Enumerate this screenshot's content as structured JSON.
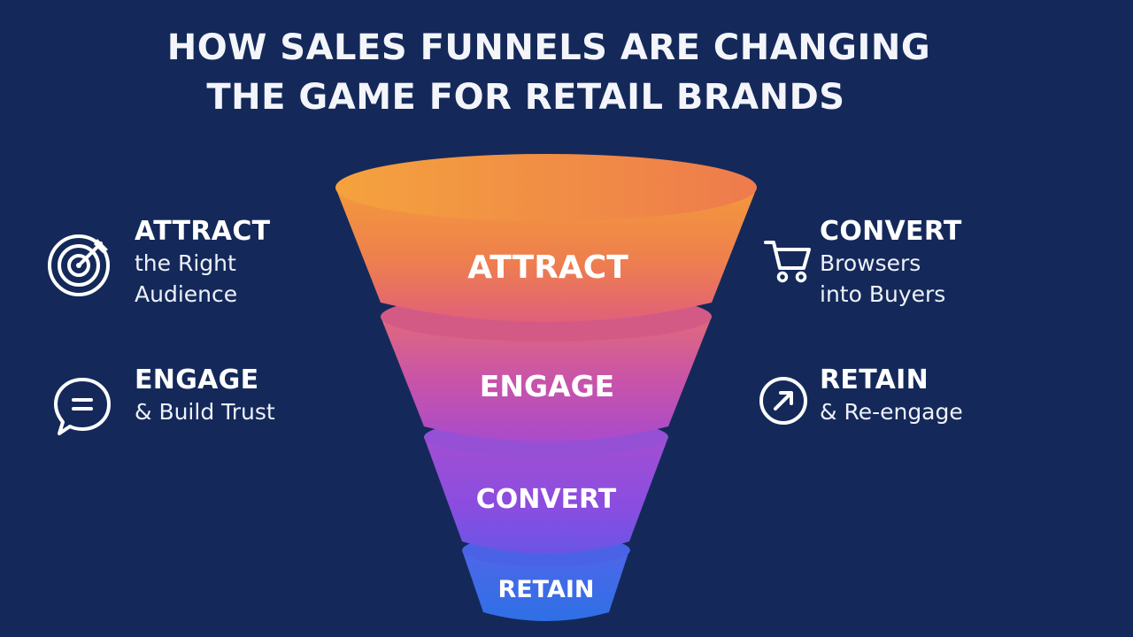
{
  "title": {
    "line1": "HOW SALES FUNNELS ARE CHANGING",
    "line2": "THE GAME FOR RETAIL BRANDS"
  },
  "colors": {
    "background": "#14295a",
    "attract": "#f08a3e",
    "engage": "#c24fb0",
    "convert": "#8a4de0",
    "retain": "#2f6fe6"
  },
  "funnel": {
    "stages": [
      {
        "label": "ATTRACT"
      },
      {
        "label": "ENGAGE"
      },
      {
        "label": "CONVERT"
      },
      {
        "label": "RETAIN"
      }
    ]
  },
  "left_items": [
    {
      "icon": "target-icon",
      "heading": "ATTRACT",
      "lines": [
        "the Right",
        "Audience"
      ]
    },
    {
      "icon": "chat-bubble-icon",
      "heading": "ENGAGE",
      "lines": [
        "& Build Trust"
      ]
    }
  ],
  "right_items": [
    {
      "icon": "shopping-cart-icon",
      "heading": "CONVERT",
      "lines": [
        "Browsers",
        "into Buyers"
      ]
    },
    {
      "icon": "arrow-up-right-circle-icon",
      "heading": "RETAIN",
      "lines": [
        "& Re-engage"
      ]
    }
  ]
}
